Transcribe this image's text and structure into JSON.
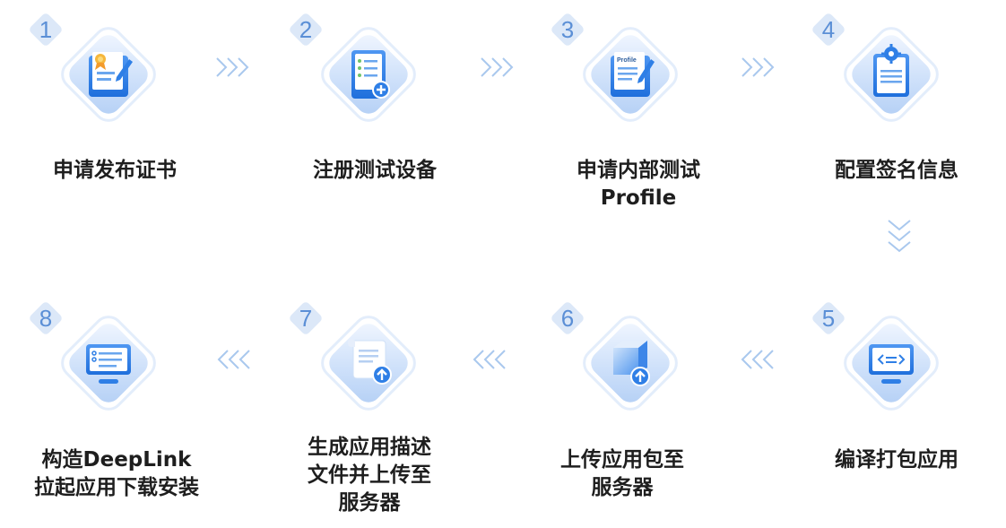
{
  "steps": [
    {
      "num": "1",
      "icon": "certificate-doc-icon",
      "lines": [
        "申请发布证书"
      ]
    },
    {
      "num": "2",
      "icon": "add-device-doc-icon",
      "lines": [
        "注册测试设备"
      ]
    },
    {
      "num": "3",
      "icon": "profile-doc-icon",
      "icon_text": "Profile",
      "lines": [
        "申请内部测试",
        "Profile"
      ]
    },
    {
      "num": "4",
      "icon": "settings-doc-icon",
      "lines": [
        "配置签名信息"
      ]
    },
    {
      "num": "5",
      "icon": "code-monitor-icon",
      "lines": [
        "编译打包应用"
      ]
    },
    {
      "num": "6",
      "icon": "upload-cube-icon",
      "lines": [
        "上传应用包至",
        "服务器"
      ]
    },
    {
      "num": "7",
      "icon": "upload-scroll-icon",
      "lines": [
        "生成应用描述",
        "文件并上传至",
        "服务器"
      ]
    },
    {
      "num": "8",
      "icon": "list-monitor-icon",
      "lines": [
        "构造DeepLink",
        "拉起应用下载安装"
      ]
    }
  ],
  "colors": {
    "badge": "#dce8f8",
    "badge_text": "#5b8fd6",
    "arrow": "#a9c8ee",
    "icon_blue": "#2f7fe6",
    "diamond_light": "#eaf2fd",
    "diamond_mid": "#bcd6f7"
  }
}
